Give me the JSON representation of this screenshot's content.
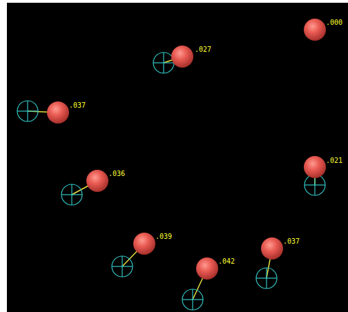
{
  "diagram": {
    "labels": [
      ".000",
      ".027",
      ".037",
      ".036",
      ".021",
      ".039",
      ".042",
      ".037"
    ]
  }
}
